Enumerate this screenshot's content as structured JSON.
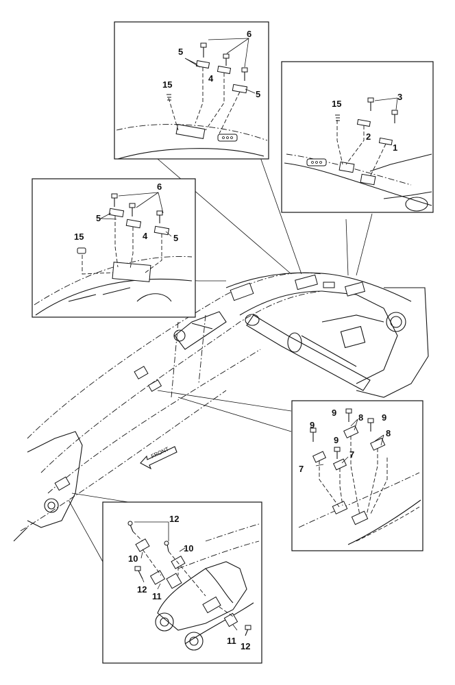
{
  "diagram": {
    "front_label": "FRONT",
    "callouts": {
      "top_center": [
        "6",
        "5",
        "4",
        "5",
        "15"
      ],
      "top_right": [
        "3",
        "15",
        "2",
        "1"
      ],
      "left": [
        "6",
        "5",
        "4",
        "5",
        "15"
      ],
      "right": [
        "9",
        "8",
        "9",
        "9",
        "8",
        "7",
        "7"
      ],
      "bottom": [
        "12",
        "10",
        "10",
        "12",
        "11",
        "11",
        "12"
      ]
    }
  }
}
